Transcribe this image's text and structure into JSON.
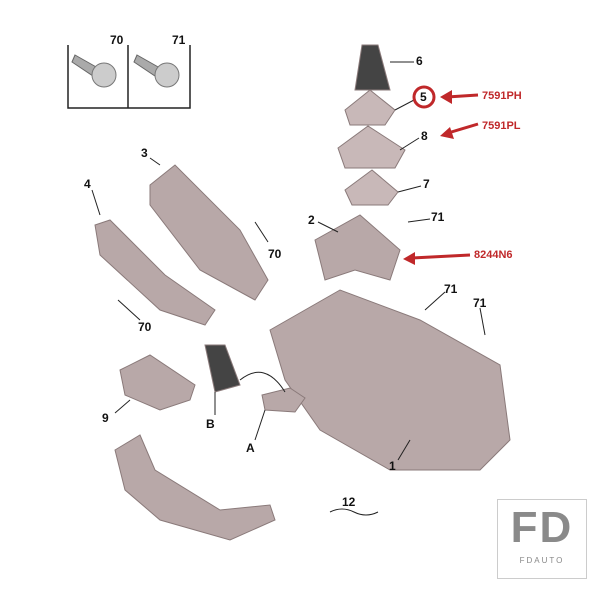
{
  "screw_box": {
    "left_label": "70",
    "right_label": "71"
  },
  "part_labels": {
    "p6": "6",
    "p5": "5",
    "p8": "8",
    "p7": "7",
    "p3": "3",
    "p4": "4",
    "p2": "2",
    "p71a": "71",
    "p70a": "70",
    "p71b": "71",
    "p71c": "71",
    "p70b": "70",
    "p9": "9",
    "pB": "B",
    "pA": "A",
    "p1": "1",
    "p12": "12"
  },
  "references": {
    "r1": "7591PH",
    "r2": "7591PL",
    "r3": "8244N6"
  },
  "colors": {
    "accent": "#c0282a",
    "part_fill": "#b8a8a8",
    "line": "#222222"
  },
  "logo": {
    "title": "FD",
    "subtitle": "FDAUTO"
  }
}
